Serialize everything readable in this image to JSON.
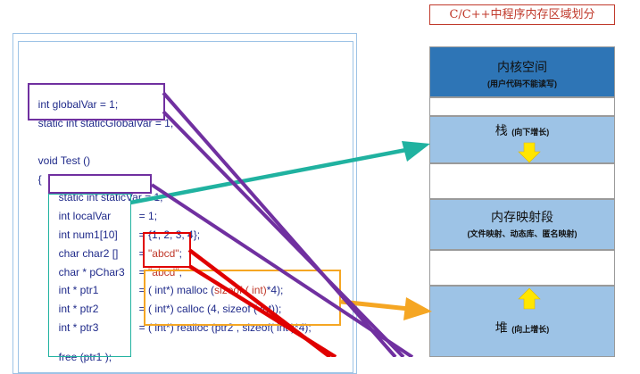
{
  "title": "C/C++中程序内存区域划分",
  "code_lines": [
    {
      "a": "int globalVar",
      "b": " = 1;"
    },
    {
      "a": "static int staticGlobalVar",
      "b": " = 1;"
    },
    {
      "a": "void Test ()",
      "b": ""
    },
    {
      "a": "{",
      "b": ""
    },
    {
      "a": "static int staticVar",
      "b": " = 1;"
    },
    {
      "a": "int localVar",
      "b": "= 1;"
    },
    {
      "a": "int num1[10]",
      "b": "= {1, 2, 3, 4};"
    },
    {
      "a": "char char2 []",
      "b": "= ",
      "s": "\"abcd\"",
      "e": ";"
    },
    {
      "a": "char * pChar3",
      "b": "= ",
      "s": "\"abcd\"",
      "e": ";"
    },
    {
      "a": "int * ptr1",
      "b": "= ( int*) malloc (",
      "k": "sizeof ( int)",
      "e": "*4);"
    },
    {
      "a": "int * ptr2",
      "b": "= ( int*) calloc (4, sizeof ( int));"
    },
    {
      "a": "int * ptr3",
      "b": "= ( int*) realloc (ptr2 , sizeof( int )*4);"
    },
    {
      "a": "free (ptr1 );",
      "b": ""
    }
  ],
  "memory_regions": {
    "kernel": {
      "title": "内核空间",
      "sub": "(用户代码不能读写)"
    },
    "stack": {
      "title": "栈",
      "sub": "(向下增长)"
    },
    "mmap": {
      "title": "内存映射段",
      "sub": "(文件映射、动态库、匿名映射)"
    },
    "heap": {
      "title": "堆",
      "sub": "(向上增长)"
    }
  },
  "colors": {
    "kernel_bg": "#2e75b6",
    "region_bg": "#9dc3e6",
    "purple": "#7030a0",
    "teal": "#20b2a0",
    "orange": "#f5a623",
    "red": "#e00000",
    "yellow_arrow": "#ffe600"
  }
}
